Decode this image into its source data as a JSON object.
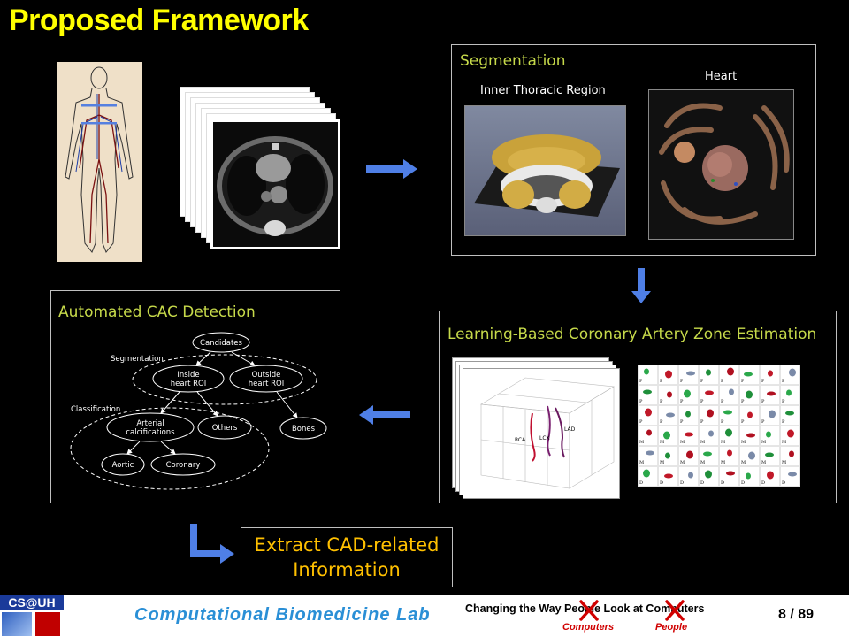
{
  "slide": {
    "title": "Proposed Framework",
    "page_number": "8 / 89"
  },
  "segmentation": {
    "title": "Segmentation",
    "label_left": "Inner Thoracic Region",
    "label_right": "Heart"
  },
  "zone_estimation": {
    "title": "Learning-Based Coronary Artery Zone Estimation",
    "plot_labels": [
      "RCA",
      "LCX",
      "LAD"
    ],
    "grid_letters": [
      "P",
      "P",
      "P",
      "P",
      "P",
      "P",
      "P",
      "P",
      "P",
      "P",
      "P",
      "P",
      "P",
      "P",
      "P",
      "P",
      "P",
      "P",
      "P",
      "P",
      "P",
      "P",
      "P",
      "P",
      "M",
      "M",
      "M",
      "M",
      "M",
      "M",
      "M",
      "M",
      "M",
      "M",
      "M",
      "M",
      "M",
      "M",
      "M",
      "M",
      "D",
      "D",
      "D",
      "D",
      "D",
      "D",
      "D",
      "D"
    ]
  },
  "cac_detection": {
    "title": "Automated CAC Detection",
    "nodes": {
      "candidates": "Candidates",
      "inside_1": "Inside",
      "inside_2": "heart ROI",
      "outside_1": "Outside",
      "outside_2": "heart ROI",
      "arterial_1": "Arterial",
      "arterial_2": "calcifications",
      "others": "Others",
      "bones": "Bones",
      "aortic": "Aortic",
      "coronary": "Coronary"
    },
    "stage_labels": {
      "segmentation": "Segmentation",
      "classification": "Classification"
    }
  },
  "extract": {
    "line1": "Extract CAD-related",
    "line2": "Information"
  },
  "footer": {
    "logo_text": "CS@UH",
    "lab_name": "Computational Biomedicine Lab",
    "slogan": "Changing the Way People Look at Computers",
    "crossed_1": "Computers",
    "crossed_2": "People"
  },
  "colors": {
    "title": "#ffff00",
    "panel_title": "#c6d94a",
    "arrow": "#4f7fe6",
    "extract_text": "#ffc000",
    "lab_name": "#2a8fd6",
    "cross": "#d00000"
  }
}
